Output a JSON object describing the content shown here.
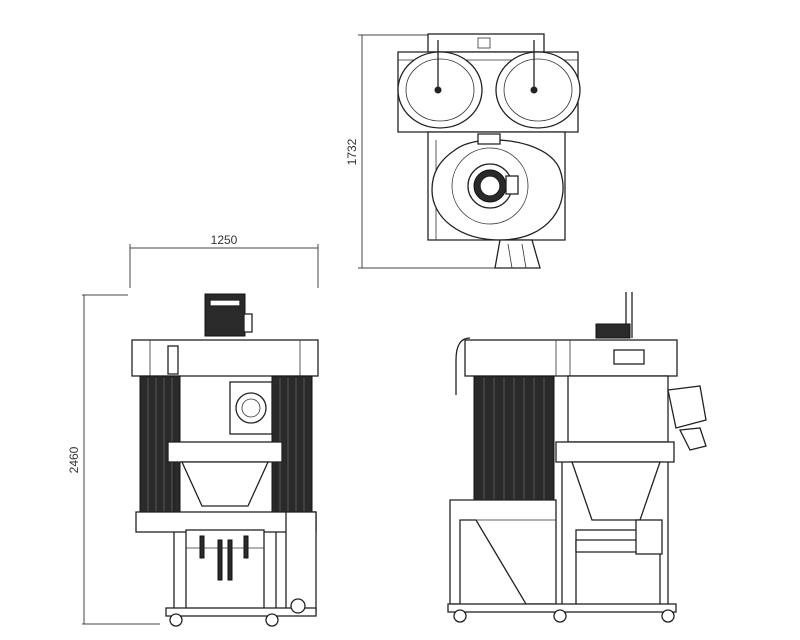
{
  "dimensions": {
    "width_label": "1250",
    "height_label": "2460",
    "top_view_label": "1732"
  },
  "colors": {
    "line": "#222222",
    "filter_bags": "#2a2a2a",
    "background": "#ffffff"
  }
}
